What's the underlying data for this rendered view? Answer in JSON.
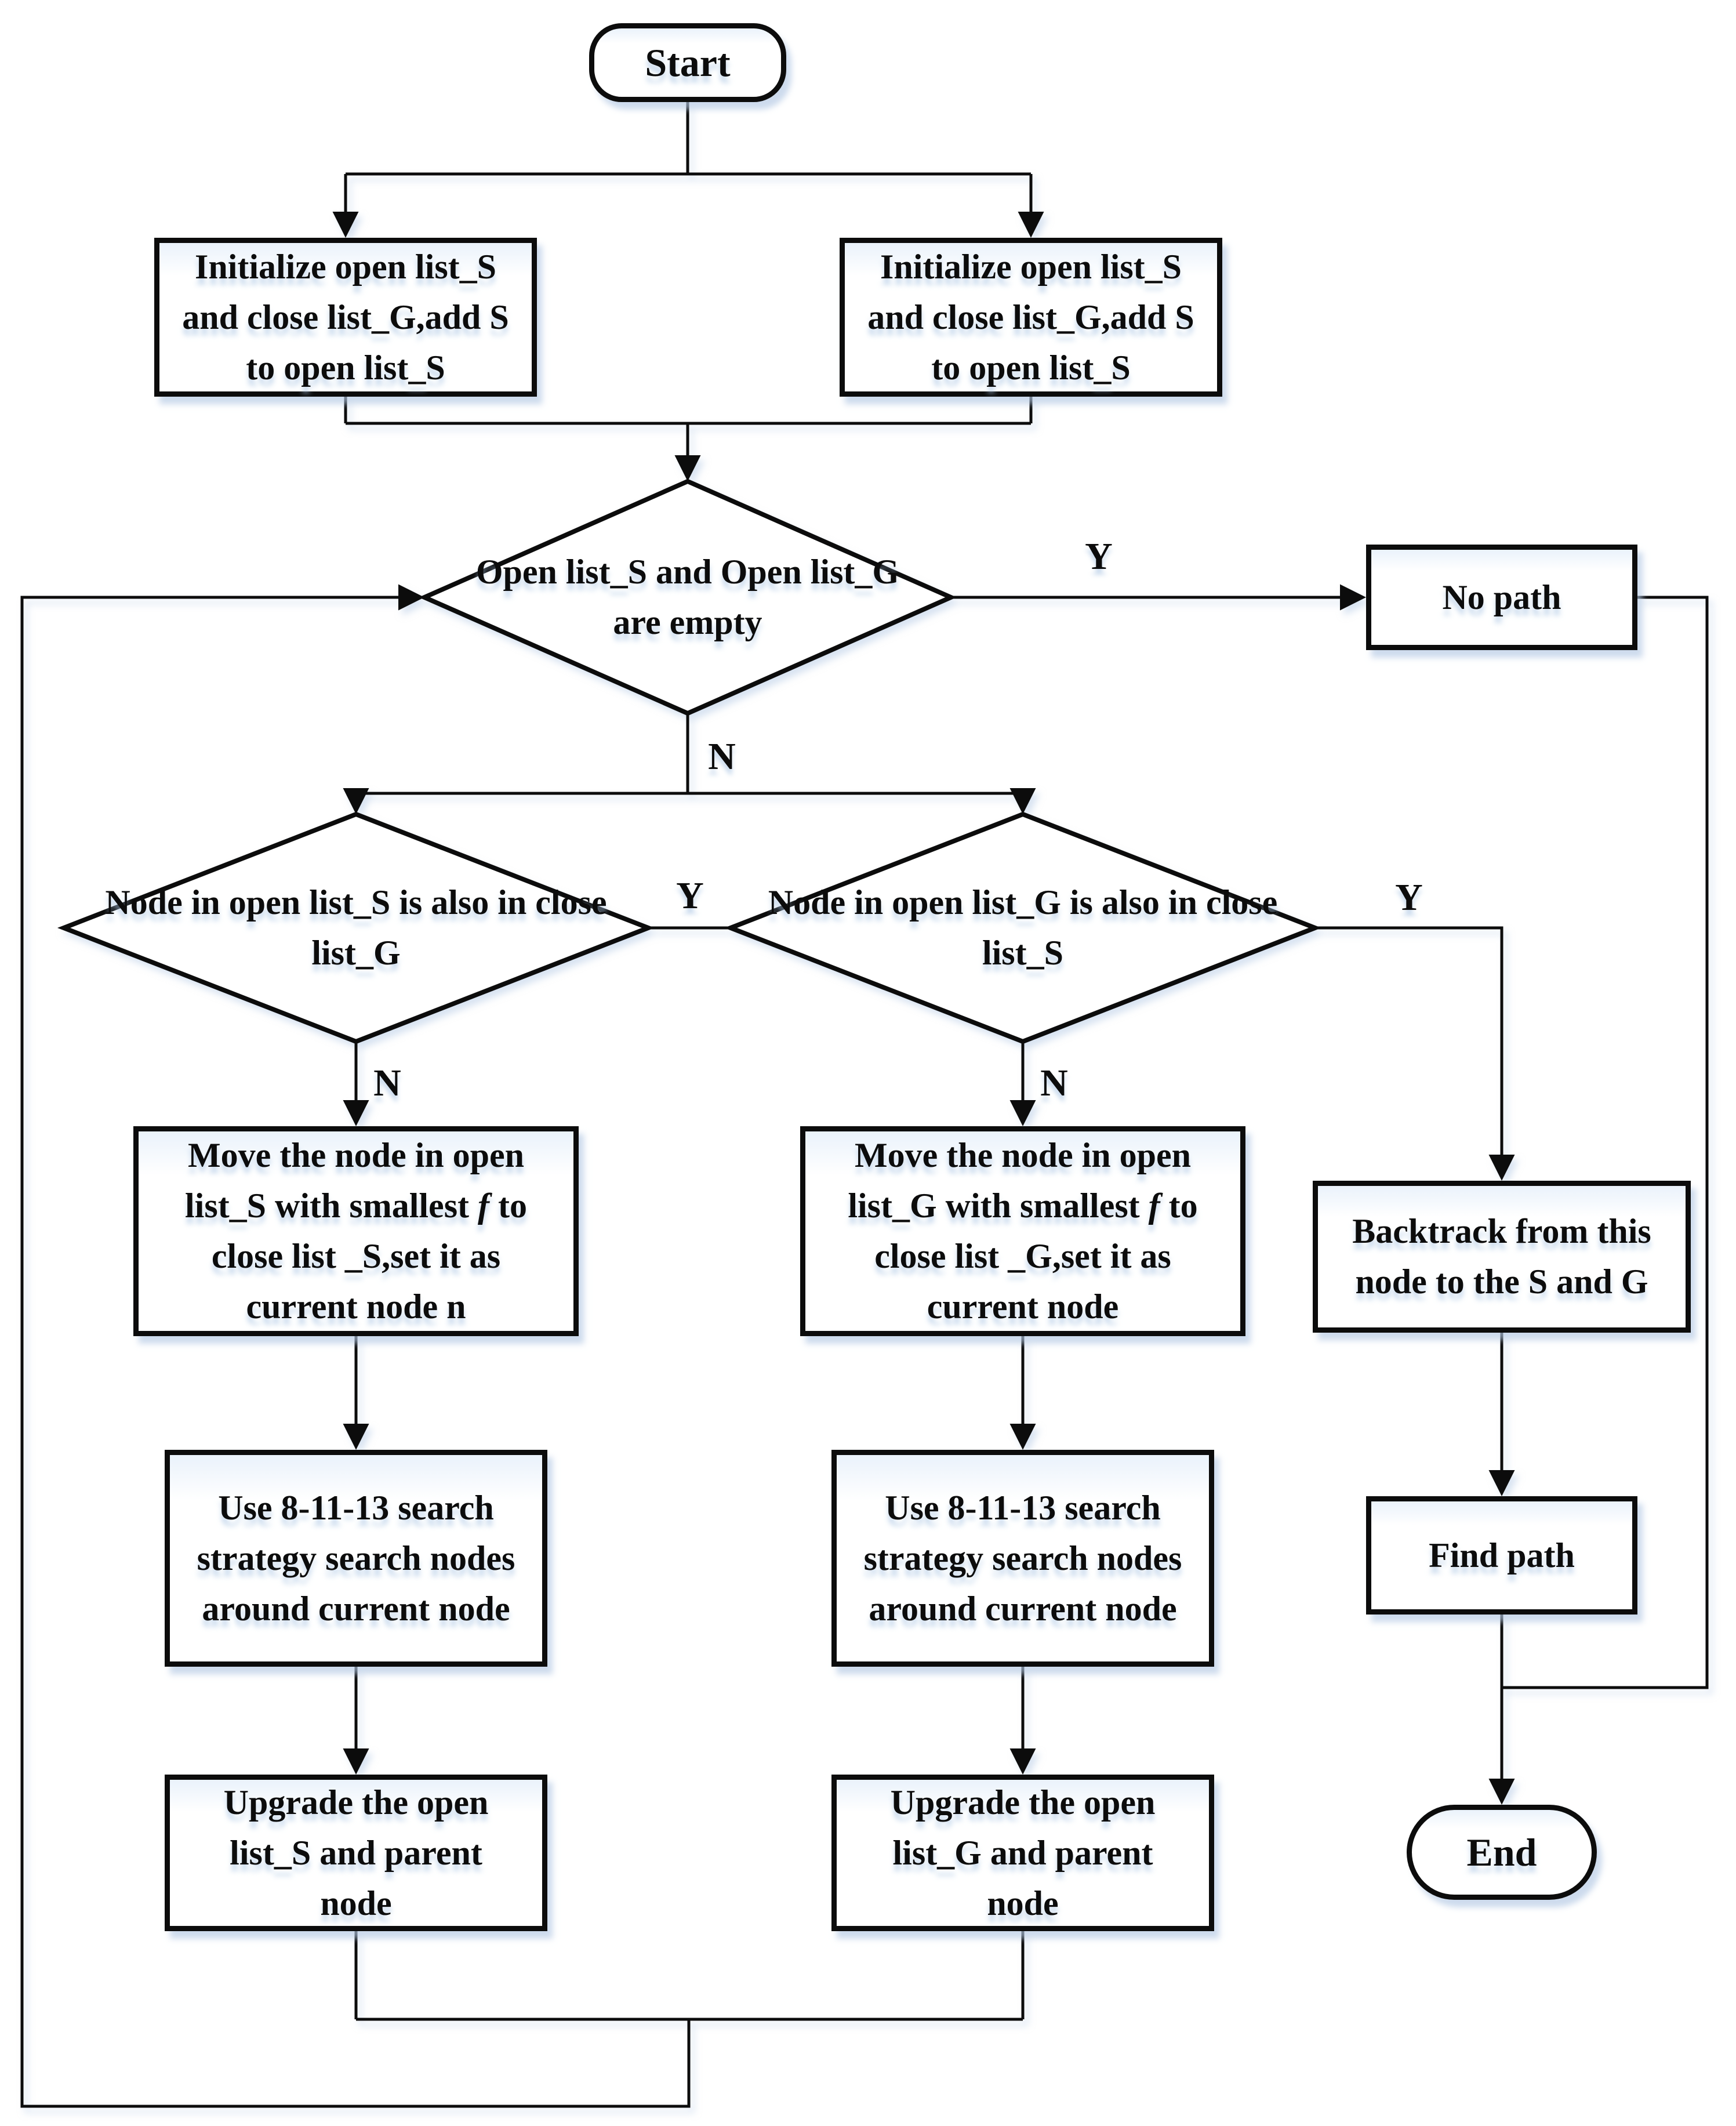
{
  "flowchart": {
    "terminators": {
      "start": "Start",
      "end": "End"
    },
    "process": {
      "init_left": "Initialize open list_S\nand close list_G,add S\nto open list_S",
      "init_right": "Initialize open list_S\nand close list_G,add S\nto open list_S",
      "no_path": "No path",
      "move_left": {
        "pre": "Move the node in open\nlist_S with smallest ",
        "italic": "f",
        "post": " to\nclose list _S,set it as\ncurrent node n"
      },
      "move_right": {
        "pre": "Move the node in open\nlist_G with smallest ",
        "italic": "f",
        "post": " to\nclose list _G,set it as\ncurrent node"
      },
      "backtrack": "Backtrack from this\nnode to the S and G",
      "use_left": "Use 8-11-13 search\nstrategy search nodes\naround current node",
      "use_right": "Use 8-11-13 search\nstrategy search nodes\naround current node",
      "find_path": "Find path",
      "upgrade_left": "Upgrade the open\nlist_S and parent\nnode",
      "upgrade_right": "Upgrade the open\nlist_G and parent\nnode"
    },
    "decisions": {
      "d1": "Open list_S and Open list_G\nare empty",
      "d2": "Node in open list_S is also in close\nlist_G",
      "d3": "Node in open list_G is also in close\nlist_S"
    },
    "branch_labels": {
      "yes": "Y",
      "no": "N"
    },
    "colors": {
      "line": "#0c0c0c",
      "text": "#0c0c0c",
      "fill": "#ffffff",
      "glow": "#b2c8e4",
      "background": "#ffffff"
    }
  }
}
